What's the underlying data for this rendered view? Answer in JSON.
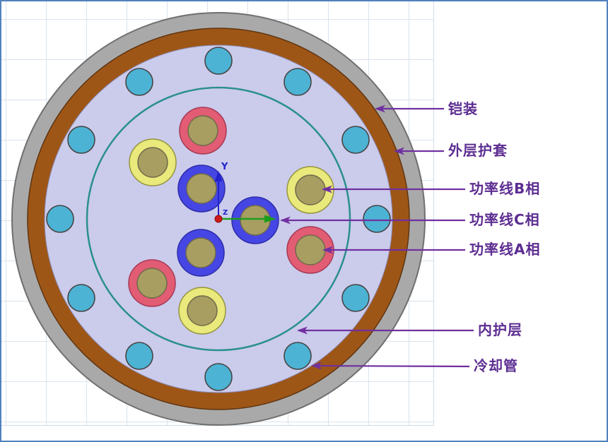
{
  "annotations": [
    {
      "id": "armor",
      "text": "铠装"
    },
    {
      "id": "outer-sheath",
      "text": "外层护套"
    },
    {
      "id": "phase-b",
      "text": "功率线B相"
    },
    {
      "id": "phase-c",
      "text": "功率线C相"
    },
    {
      "id": "phase-a",
      "text": "功率线A相"
    },
    {
      "id": "inner-sheath",
      "text": "内护层"
    },
    {
      "id": "cooling-tube",
      "text": "冷却管"
    }
  ],
  "axes": {
    "y_label": "Y",
    "z_label": "Z"
  },
  "structure": {
    "cooling_tube_count": 12,
    "phase_conductor_count": {
      "phase_a": 3,
      "phase_b": 3,
      "phase_c": 3
    }
  },
  "colors": {
    "armor": "#a9a9a9",
    "outer_sheath": "#9e5617",
    "filler": "#cbcbec",
    "inner_sheath_line": "#2a8f8f",
    "cooling_tube": "#4db3d4",
    "phase_a_ring": "#e25c74",
    "phase_b_ring": "#e9e97c",
    "phase_c_ring": "#4646e4",
    "conductor_core": "#a89e62",
    "annotation_text": "#5c2d91",
    "annotation_arrow": "#7030a0",
    "axis_y": "#2222cc",
    "axis_x": "#1d9e1d",
    "origin_dot": "#d01818",
    "grid_line": "#d9e3ed",
    "frame_border": "#4f81bd"
  }
}
